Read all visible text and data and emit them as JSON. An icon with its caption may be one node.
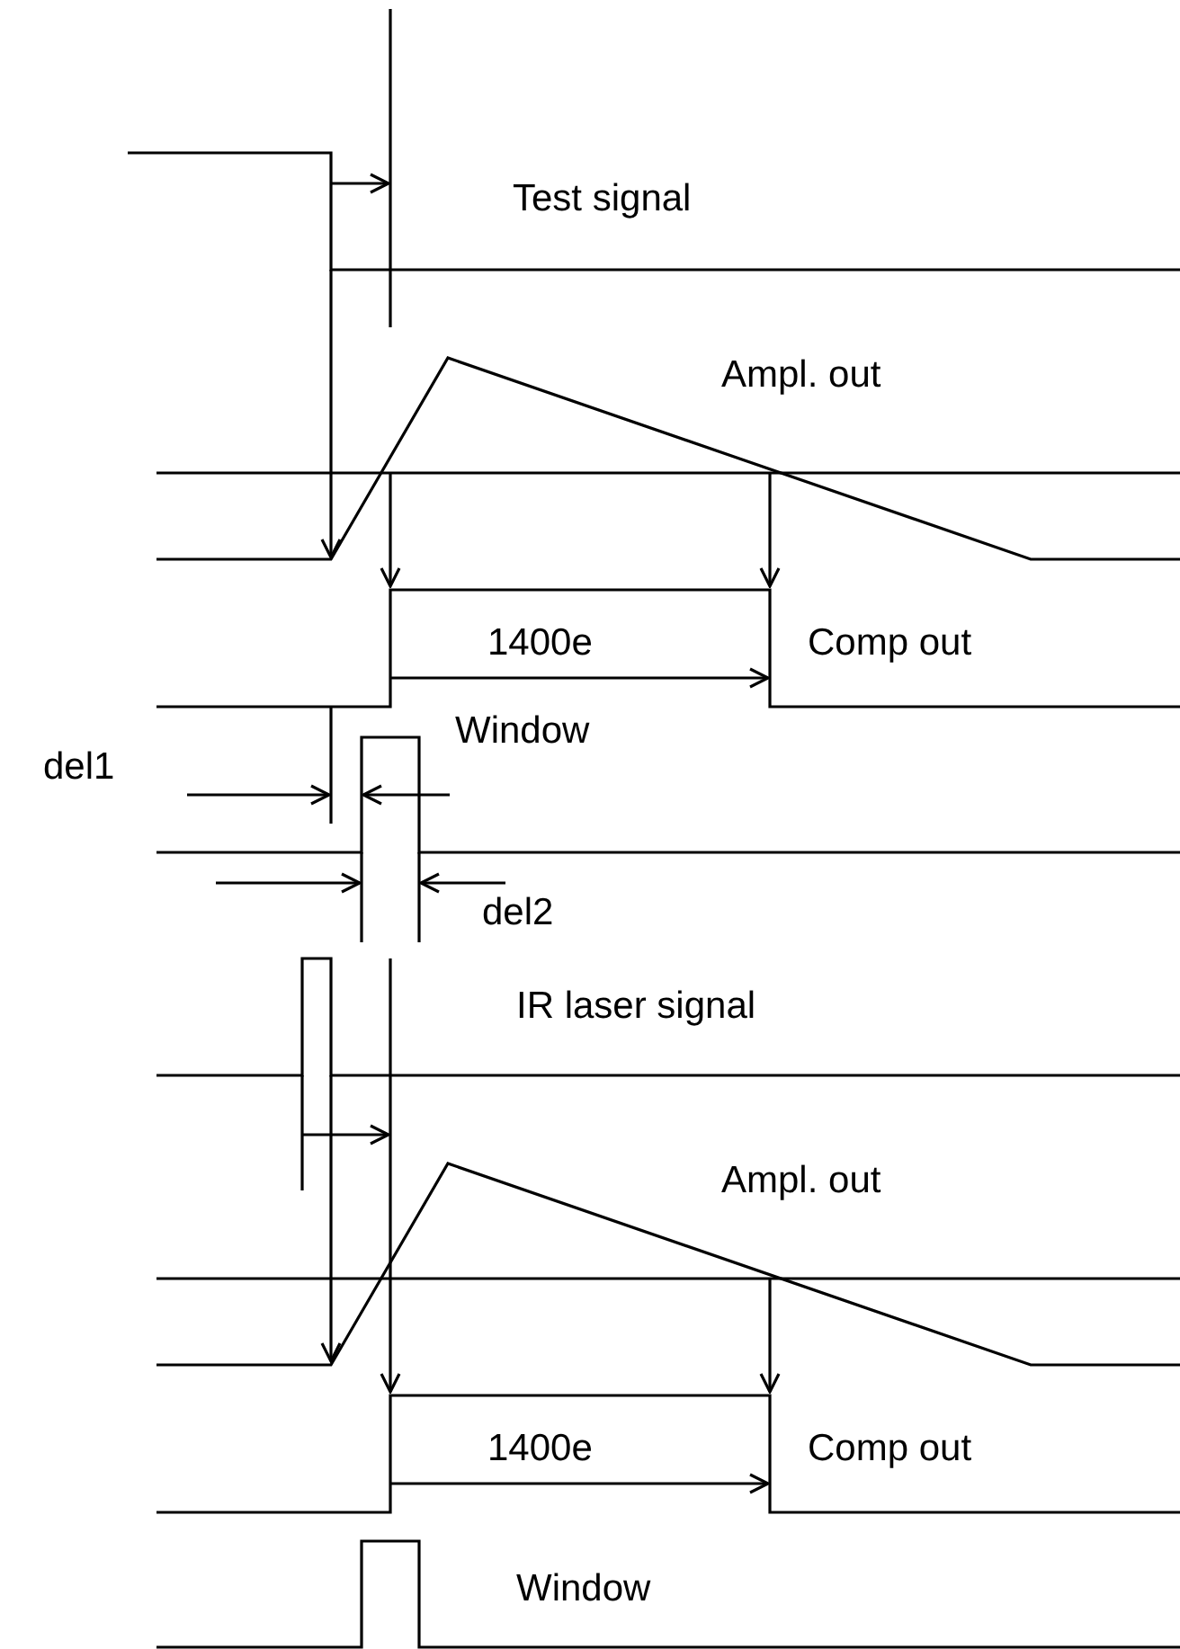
{
  "diagram": {
    "labels": [
      "Test signal",
      "Ampl. out",
      "1400e",
      "Comp out",
      "Window",
      "del1",
      "del2",
      "IR laser signal",
      "Ampl. out",
      "1400e",
      "Comp out",
      "Window"
    ]
  }
}
